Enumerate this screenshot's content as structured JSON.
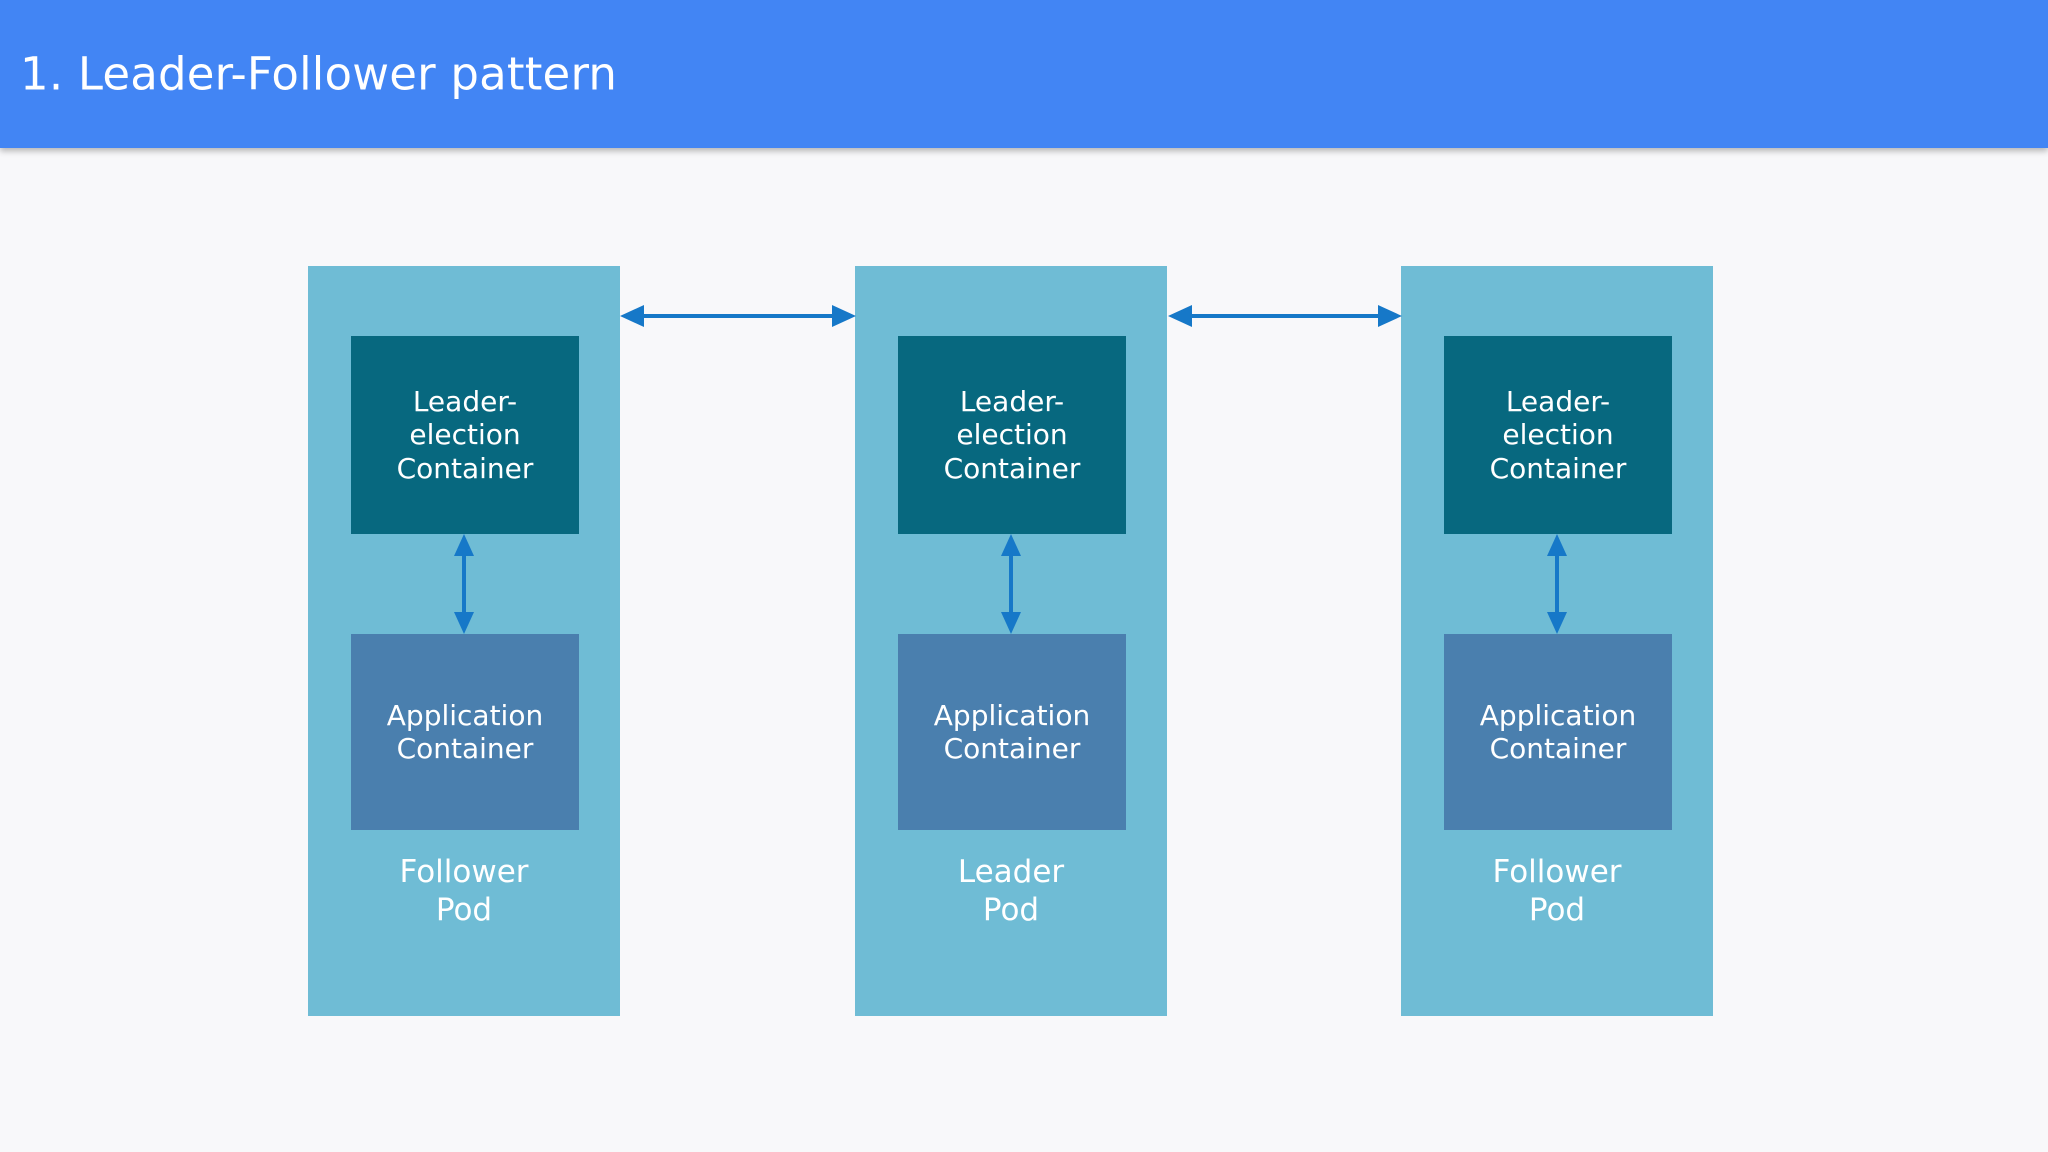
{
  "header": {
    "title": "1. Leader-Follower pattern",
    "background_color": "#4285f4",
    "text_color": "#ffffff"
  },
  "colors": {
    "page_background": "#f8f8fa",
    "pod_background": "#6fbcd5",
    "leader_election_container": "#07687f",
    "application_container": "#4a7fae",
    "arrow": "#1678c8"
  },
  "diagram": {
    "type": "block-diagram",
    "pods": [
      {
        "role_label_line1": "Follower",
        "role_label_line2": "Pod",
        "containers": [
          {
            "name": "leader-election-container",
            "line1": "Leader-",
            "line2": "election",
            "line3": "Container"
          },
          {
            "name": "application-container",
            "line1": "Application",
            "line2": "Container"
          }
        ]
      },
      {
        "role_label_line1": "Leader",
        "role_label_line2": "Pod",
        "containers": [
          {
            "name": "leader-election-container",
            "line1": "Leader-",
            "line2": "election",
            "line3": "Container"
          },
          {
            "name": "application-container",
            "line1": "Application",
            "line2": "Container"
          }
        ]
      },
      {
        "role_label_line1": "Follower",
        "role_label_line2": "Pod",
        "containers": [
          {
            "name": "leader-election-container",
            "line1": "Leader-",
            "line2": "election",
            "line3": "Container"
          },
          {
            "name": "application-container",
            "line1": "Application",
            "line2": "Container"
          }
        ]
      }
    ],
    "connectors": {
      "vertical": {
        "style": "double-headed-arrow",
        "count": 3
      },
      "horizontal": {
        "style": "double-headed-arrow",
        "count": 2
      }
    }
  }
}
